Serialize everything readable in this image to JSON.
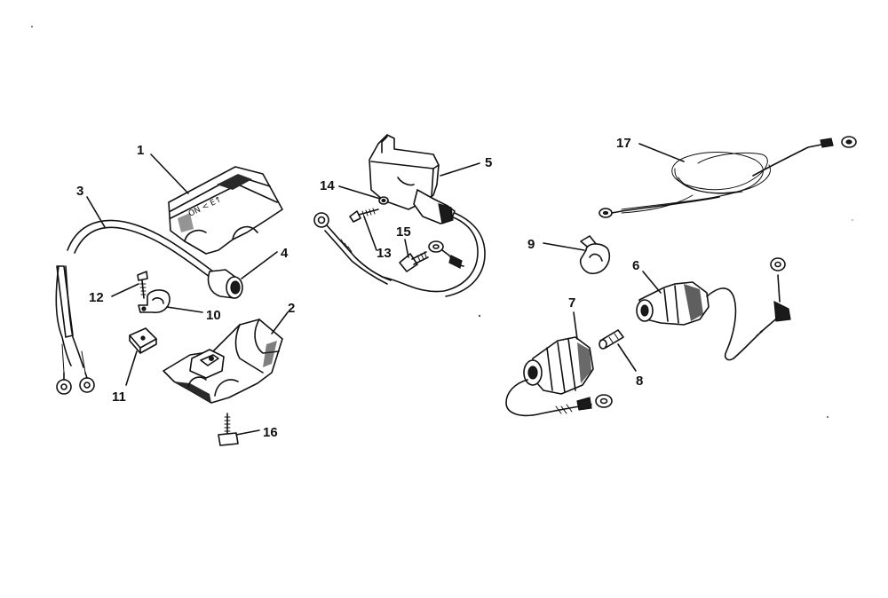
{
  "diagram": {
    "callouts": [
      {
        "id": "c1",
        "text": "1"
      },
      {
        "id": "c2",
        "text": "2"
      },
      {
        "id": "c3",
        "text": "3"
      },
      {
        "id": "c4",
        "text": "4"
      },
      {
        "id": "c5",
        "text": "5"
      },
      {
        "id": "c6",
        "text": "6"
      },
      {
        "id": "c7",
        "text": "7"
      },
      {
        "id": "c8",
        "text": "8"
      },
      {
        "id": "c9",
        "text": "9"
      },
      {
        "id": "c10",
        "text": "10"
      },
      {
        "id": "c11",
        "text": "11"
      },
      {
        "id": "c12",
        "text": "12"
      },
      {
        "id": "c13",
        "text": "13"
      },
      {
        "id": "c14",
        "text": "14"
      },
      {
        "id": "c15",
        "text": "15"
      },
      {
        "id": "c16",
        "text": "16"
      },
      {
        "id": "c17",
        "text": "17"
      }
    ],
    "part_marking": "ON < E↑"
  }
}
